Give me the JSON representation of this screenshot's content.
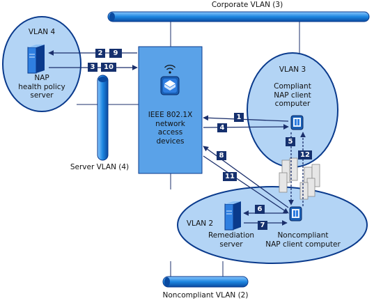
{
  "vlans": {
    "corporate": "Corporate VLAN (3)",
    "noncompliant": "Noncompliant VLAN (2)",
    "server": "Server VLAN (4)",
    "vlan4": "VLAN 4",
    "vlan3": "VLAN 3",
    "vlan2": "VLAN 2"
  },
  "nodes": {
    "nap_server": "NAP\nhealth policy\nserver",
    "access_devices": "IEEE 802.1X\nnetwork\naccess\ndevices",
    "compliant_client": "Compliant\nNAP client\ncomputer",
    "remediation_server": "Remediation\nserver",
    "noncompliant_client": "Noncompliant\nNAP client computer"
  },
  "steps": [
    "1",
    "2",
    "3",
    "4",
    "5",
    "6",
    "7",
    "8",
    "9",
    "10",
    "11",
    "12"
  ],
  "colors": {
    "cloud_fill": "#b3d4f5",
    "cloud_stroke": "#0a3a8c",
    "device_fill": "#5aa2e8",
    "bus_fill": "#1d86e0",
    "badge": "#15306e",
    "arrow": "#1b2f6b"
  },
  "icons": {
    "wireless": "wireless-icon",
    "switch": "network-switch-icon",
    "server": "server-icon",
    "client": "client-computer-icon",
    "devices": "device-stack-icon"
  }
}
